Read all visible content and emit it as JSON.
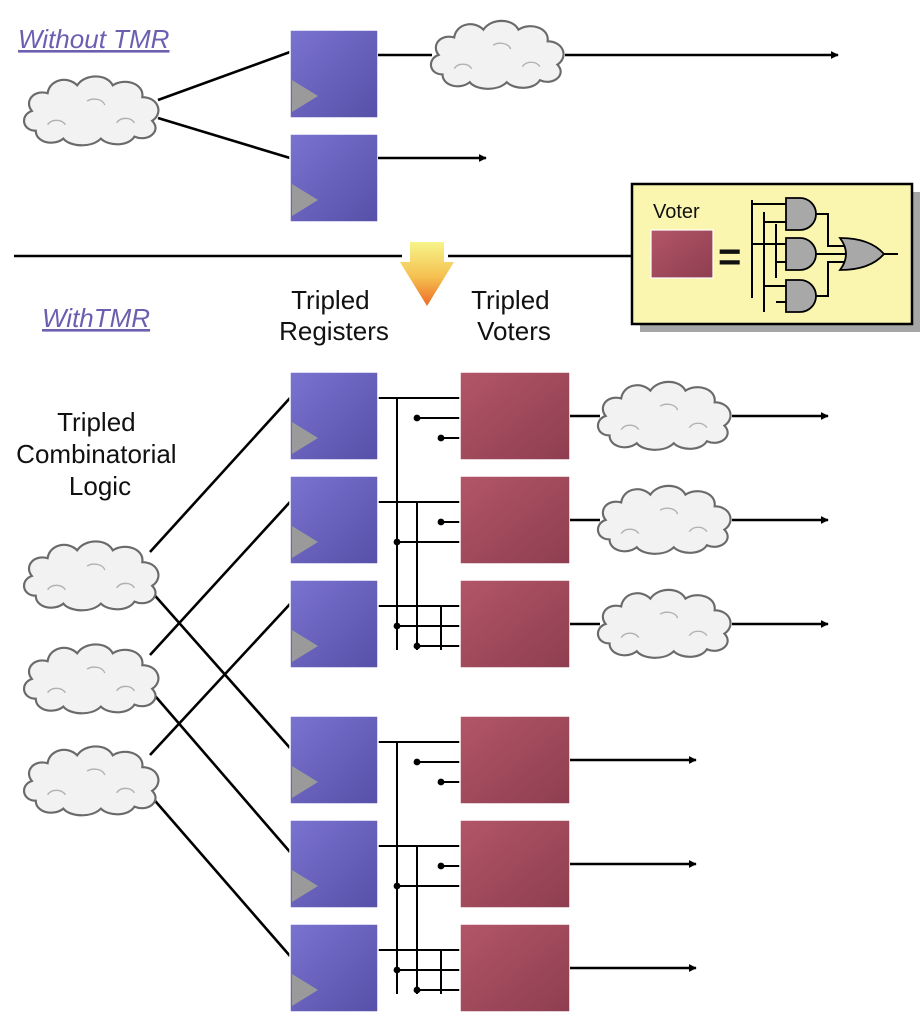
{
  "headings": {
    "without": "Without TMR",
    "with": "WithTMR"
  },
  "labels": {
    "registers": [
      "Tripled",
      "Registers"
    ],
    "voters": [
      "Tripled",
      "Voters"
    ],
    "logic": [
      "Tripled",
      "Combinatorial",
      "Logic"
    ]
  },
  "voter_box": {
    "title": "Voter",
    "equals": "="
  },
  "colors": {
    "register": "#6a63be",
    "voter": "#a04a5c",
    "cloud": "#f1f1f1",
    "legend_bg": "#faf6b0",
    "gate": "#a8a8a8",
    "heading": "#6b5fb0",
    "arrow_top": "#f4f07a",
    "arrow_bottom": "#f07a2a"
  },
  "icons": [
    "cloud-icon",
    "register-icon",
    "voter-icon",
    "and-gate-icon",
    "or-gate-icon",
    "arrow-icon"
  ]
}
